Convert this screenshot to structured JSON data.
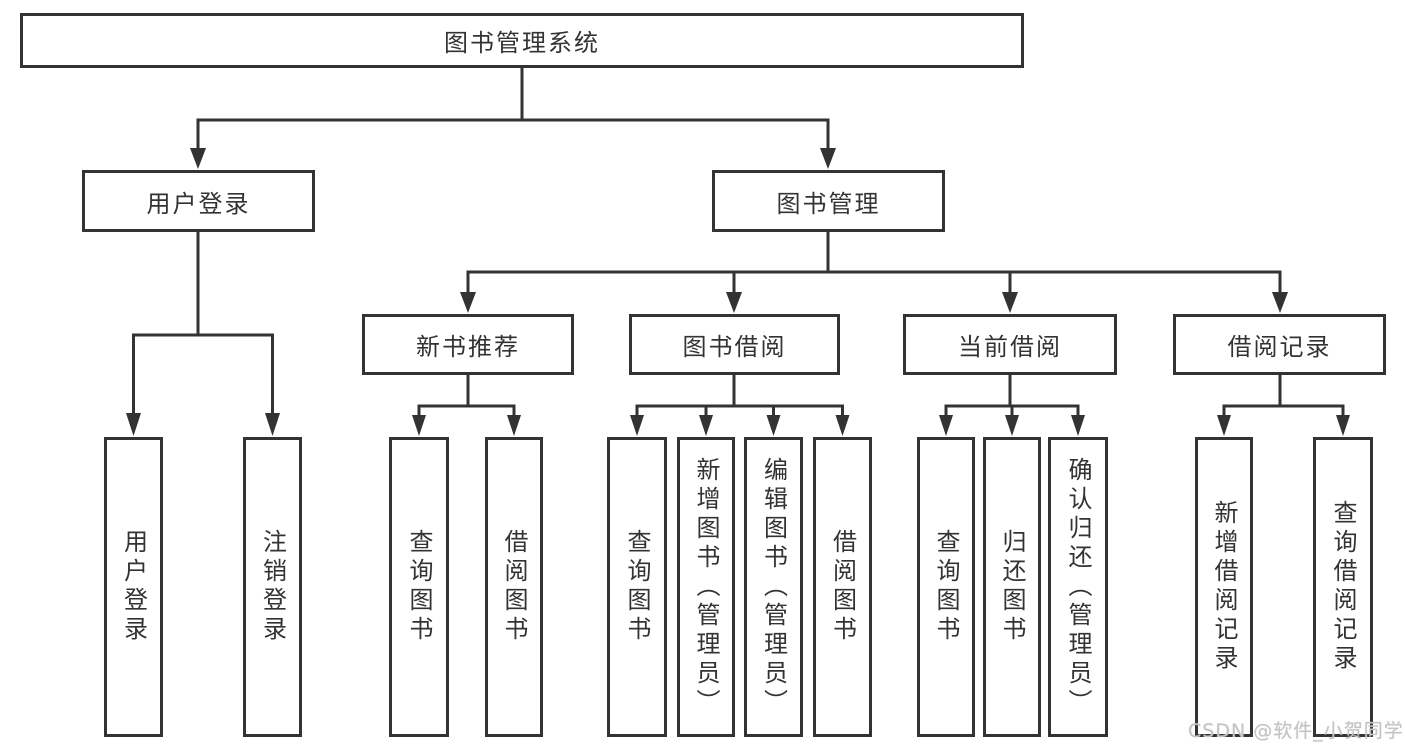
{
  "diagram": {
    "title": "图书管理系统",
    "tree": {
      "label": "图书管理系统",
      "children": [
        {
          "label": "用户登录",
          "children": [
            {
              "label": "用户登录"
            },
            {
              "label": "注销登录"
            }
          ]
        },
        {
          "label": "图书管理",
          "children": [
            {
              "label": "新书推荐",
              "children": [
                {
                  "label": "查询图书"
                },
                {
                  "label": "借阅图书"
                }
              ]
            },
            {
              "label": "图书借阅",
              "children": [
                {
                  "label": "查询图书"
                },
                {
                  "label": "新增图书（管理员）"
                },
                {
                  "label": "编辑图书（管理员）"
                },
                {
                  "label": "借阅图书"
                }
              ]
            },
            {
              "label": "当前借阅",
              "children": [
                {
                  "label": "查询图书"
                },
                {
                  "label": "归还图书"
                },
                {
                  "label": "确认归还（管理员）"
                }
              ]
            },
            {
              "label": "借阅记录",
              "children": [
                {
                  "label": "新增借阅记录"
                },
                {
                  "label": "查询借阅记录"
                }
              ]
            }
          ]
        }
      ]
    }
  },
  "watermark": {
    "text": "CSDN @软件_小贺同学"
  },
  "colors": {
    "line": "#333333",
    "box_border": "#333333",
    "text": "#333333",
    "watermark": "#c3c3c6",
    "background": "#ffffff"
  }
}
